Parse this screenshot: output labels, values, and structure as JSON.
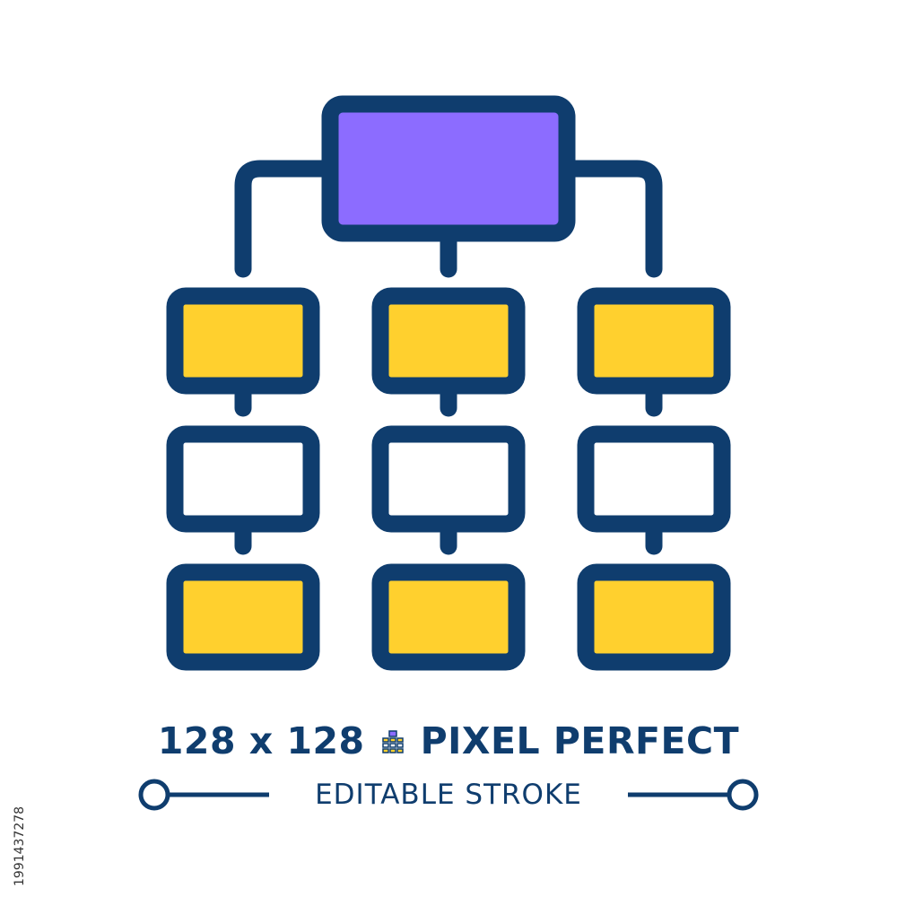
{
  "diagram": {
    "root": {
      "id": "root",
      "fill": "#8c6cff"
    },
    "columns": [
      {
        "id": "left",
        "nodes": [
          {
            "fill": "#ffd02e"
          },
          {
            "fill": "#ffffff"
          },
          {
            "fill": "#ffd02e"
          }
        ]
      },
      {
        "id": "center",
        "nodes": [
          {
            "fill": "#ffd02e"
          },
          {
            "fill": "#ffffff"
          },
          {
            "fill": "#ffd02e"
          }
        ]
      },
      {
        "id": "right",
        "nodes": [
          {
            "fill": "#ffd02e"
          },
          {
            "fill": "#ffffff"
          },
          {
            "fill": "#ffd02e"
          }
        ]
      }
    ]
  },
  "badge": {
    "size_text": "128 x 128",
    "pixel_text": "PIXEL PERFECT",
    "stroke_text": "EDITABLE STROKE",
    "grid_icon": "pixel-grid-icon"
  },
  "stock_id": "1991437278",
  "colors": {
    "outline": "#0f3d6e",
    "root": "#8c6cff",
    "accent": "#ffd02e",
    "empty": "#ffffff"
  }
}
